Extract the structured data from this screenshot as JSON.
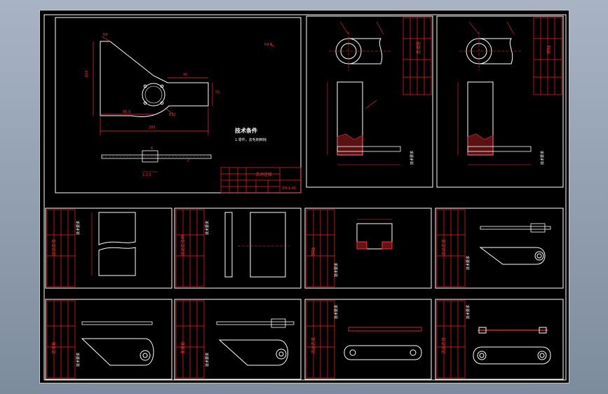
{
  "viewer": {
    "background_color": "#8896a8",
    "sheet_color": "#000000",
    "frame_color": "#ffffff",
    "title_block_color": "#ff2020",
    "dimension_color": "#ff3030"
  },
  "panels": {
    "main_note_title": "技术条件",
    "main_note_text": "1.零件，去毛刺倒钝",
    "main_title_block_name": "活动连接",
    "main_title_block_code": "ZH-1-01",
    "main_dims": [
      "R8",
      "R12",
      "R4.5",
      "160",
      "86.9",
      "45",
      "55",
      "200",
      "6",
      "1:2.5"
    ],
    "tech_note": "技术要求",
    "zone_labels": [
      "活动连接",
      "连接座",
      "销轴",
      "活动连接",
      "活动连接杆",
      "连接板",
      "支撑板",
      "活动连接"
    ]
  }
}
